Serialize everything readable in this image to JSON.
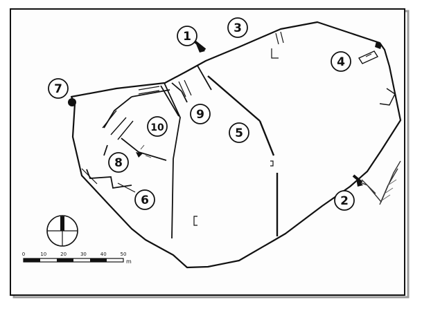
{
  "labels": [
    {
      "id": "1",
      "text": "1"
    },
    {
      "id": "2",
      "text": "2"
    },
    {
      "id": "3",
      "text": "3"
    },
    {
      "id": "4",
      "text": "4"
    },
    {
      "id": "5",
      "text": "5"
    },
    {
      "id": "6",
      "text": "6"
    },
    {
      "id": "7",
      "text": "7"
    },
    {
      "id": "8",
      "text": "8"
    },
    {
      "id": "9",
      "text": "9"
    },
    {
      "id": "10",
      "text": "10"
    }
  ],
  "scale_bar": {
    "ticks": [
      "0",
      "10",
      "20",
      "30",
      "40",
      "50"
    ],
    "unit": "m"
  }
}
